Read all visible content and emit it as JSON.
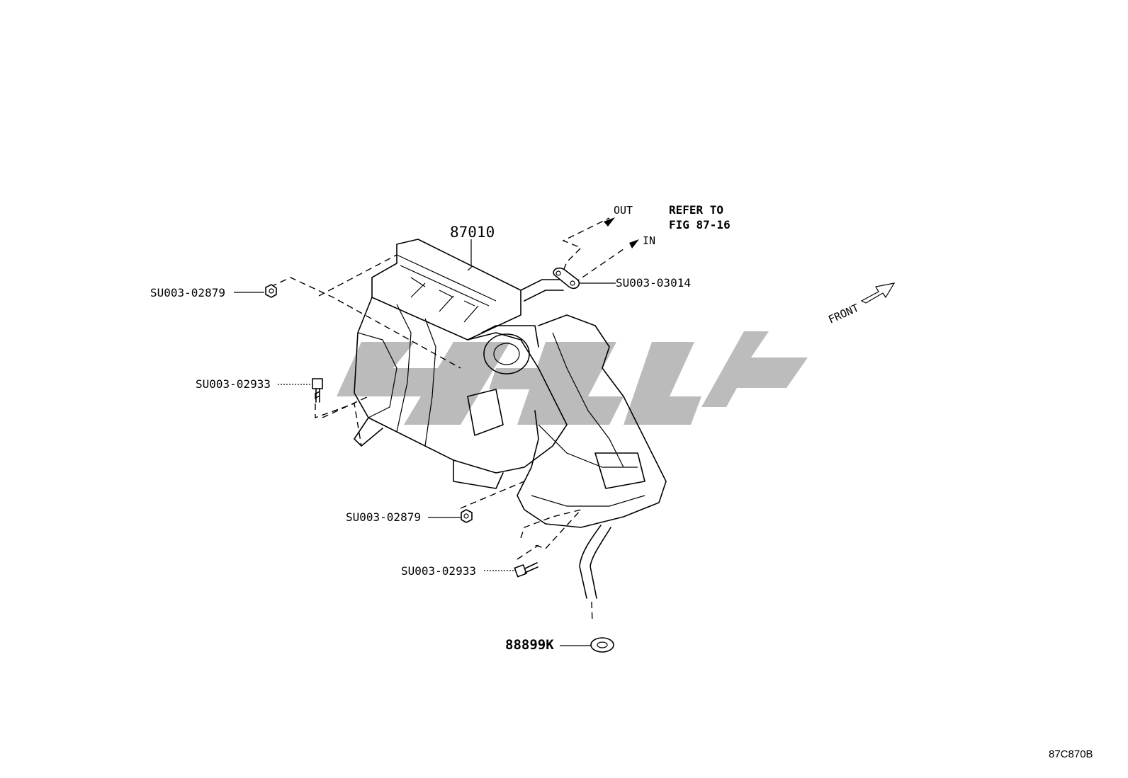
{
  "diagram": {
    "main_part": "87010",
    "flow_out": "OUT",
    "flow_in": "IN",
    "refer_line1": "REFER TO",
    "refer_line2": "FIG 87-16",
    "front": "FRONT",
    "diagram_code": "87C870B",
    "watermark_color": "#b8b8b8",
    "parts": {
      "nut_upper": "SU003-02879",
      "bolt_upper": "SU003-02933",
      "nut_lower": "SU003-02879",
      "bolt_lower": "SU003-02933",
      "pipe_clamp": "SU003-03014",
      "drain_grommet": "88899K"
    }
  }
}
